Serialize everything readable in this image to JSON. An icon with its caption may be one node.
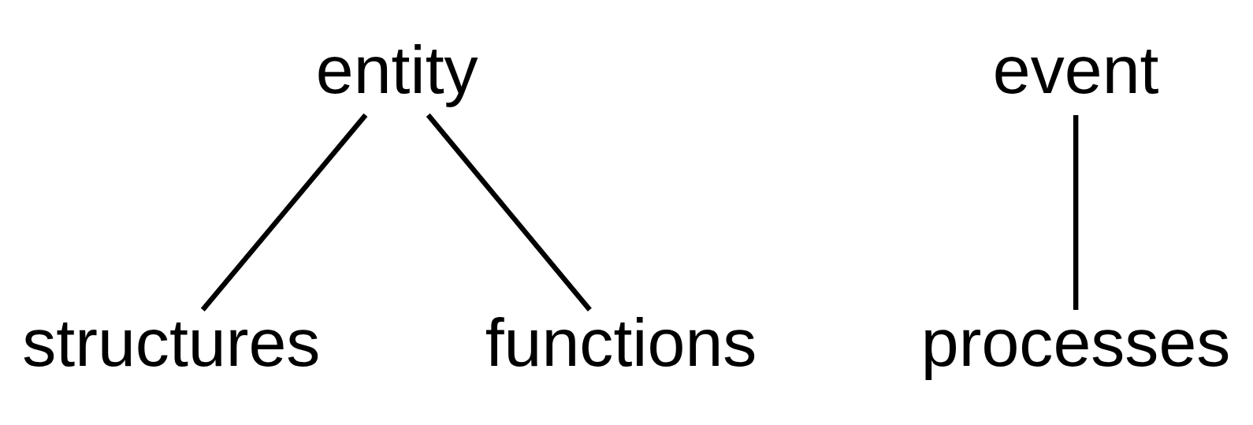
{
  "diagram": {
    "nodes": [
      {
        "text": [
          "entity"
        ]
      },
      {
        "text": [
          "structures"
        ]
      },
      {
        "text": [
          "functions"
        ]
      },
      {
        "text": [
          "event"
        ]
      },
      {
        "text": [
          "processes"
        ]
      }
    ],
    "edges": [
      {
        "from": 0,
        "to": 1,
        "arrow": "none"
      },
      {
        "from": 0,
        "to": 2,
        "arrow": "none"
      },
      {
        "from": 3,
        "to": 4,
        "arrow": "none"
      }
    ]
  }
}
